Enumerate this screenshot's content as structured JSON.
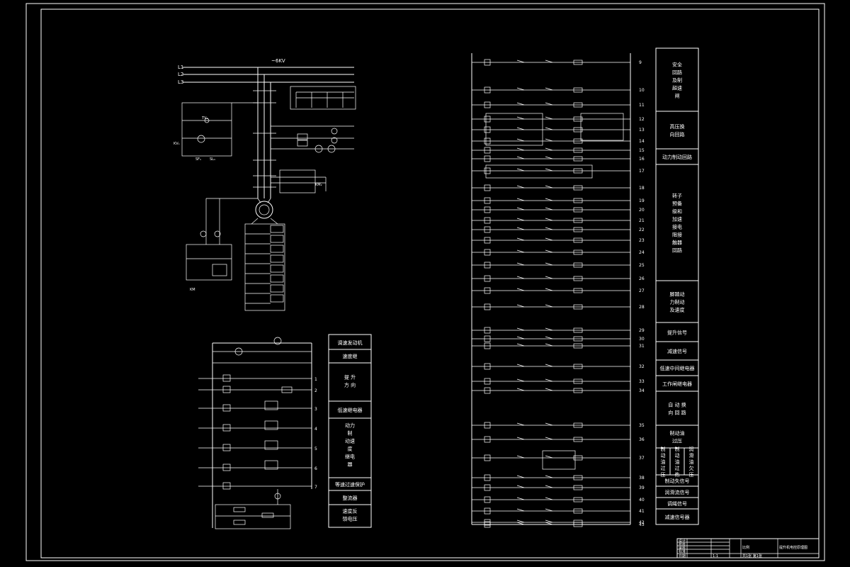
{
  "top_circuit": {
    "supply_label": "~6KV",
    "phases": [
      "L1",
      "L2",
      "L3"
    ]
  },
  "left_lower": {
    "panel": [
      "调速发动机",
      "速度继",
      "提 升\n方 向",
      "低速继电器",
      "动力\n制\n动速\n度\n继电\n器",
      "等速过速保护",
      "整流器",
      "速度反\n馈电压"
    ],
    "row_numbers": [
      "1",
      "2",
      "3",
      "4",
      "5",
      "6",
      "7"
    ]
  },
  "right_circuit": {
    "panel": [
      "安全\n回路\n及制\n超速\n闸",
      "高压换\n向回路",
      "动力制动回路",
      "转子\n预备\n级和\n加速\n接电\n阻接\n触器\n回路",
      "脚踏动\n力制动\n及速度",
      "提升信号",
      "减速信号",
      "低速中间继电器",
      "工作闸继电器",
      "自 动 换\n向 回 路",
      "制动油\n过压",
      "制动油过压",
      "制动油过热",
      "润滑油欠压",
      "制动失信号",
      "润滑流信号",
      "调绳信号",
      "减速信号器"
    ],
    "row_numbers": [
      "9",
      "10",
      "11",
      "12",
      "13",
      "14",
      "15",
      "16",
      "17",
      "18",
      "19",
      "20",
      "21",
      "22",
      "23",
      "24",
      "25",
      "26",
      "27",
      "28",
      "29",
      "30",
      "31",
      "32",
      "33",
      "34",
      "35",
      "36",
      "37",
      "38",
      "39",
      "40",
      "41",
      "42",
      "43"
    ]
  },
  "title_block": {
    "rows": [
      "设计",
      "校核",
      "审核",
      "标准",
      "日期"
    ],
    "drawing_no": "提升机电控原理图",
    "sheet_label": "比例",
    "sign_left": "1:1",
    "sign_right": "共1张  第1张"
  }
}
